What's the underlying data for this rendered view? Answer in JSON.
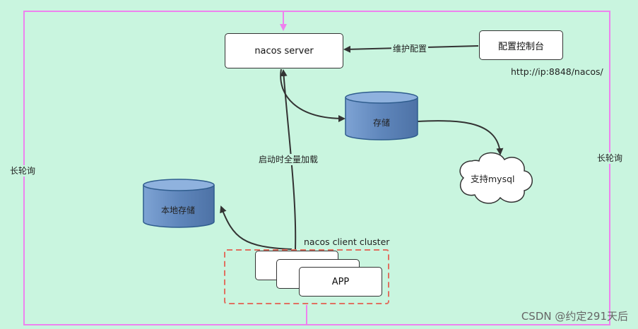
{
  "server": {
    "label": "nacos server"
  },
  "console": {
    "label": "配置控制台",
    "url": "http://ip:8848/nacos/"
  },
  "edges": {
    "maintain": "维护配置",
    "full_load": "启动时全量加载",
    "long_poll_left": "长轮询",
    "long_poll_right": "长轮询"
  },
  "storage": {
    "label": "存储"
  },
  "mysql": {
    "label": "支持mysql"
  },
  "local_storage": {
    "label": "本地存储"
  },
  "cluster": {
    "label": "nacos client cluster",
    "app_label": "APP"
  },
  "watermark": "CSDN @约定291天后",
  "colors": {
    "background": "#c9f5df",
    "poll_line": "#ee82ee",
    "cylinder": "#6a92c2",
    "cluster_border": "#e07060"
  }
}
